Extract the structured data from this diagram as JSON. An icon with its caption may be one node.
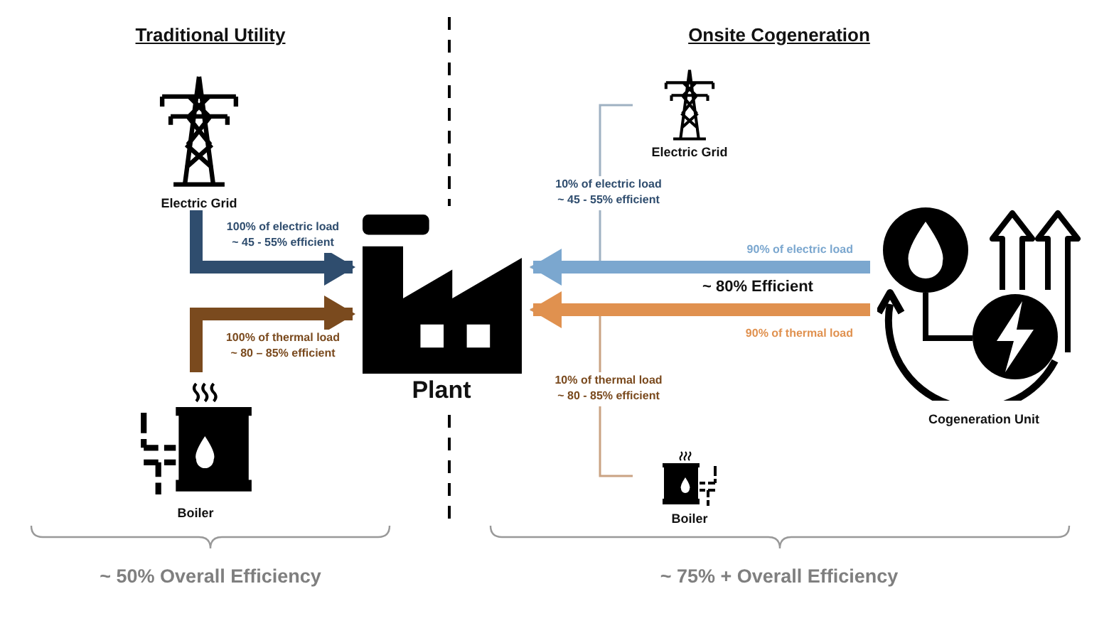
{
  "diagram": {
    "nodes": [
      {
        "text": [
          "Electric Grid"
        ]
      },
      {
        "text": [
          "Boiler"
        ]
      },
      {
        "text": [
          "Plant"
        ]
      },
      {
        "text": [
          "Electric Grid"
        ]
      },
      {
        "text": [
          "Boiler"
        ]
      },
      {
        "text": [
          "Cogeneration Unit"
        ]
      }
    ],
    "edges": [
      {
        "from": 0,
        "to": 2,
        "arrow": "to",
        "label": "100% of electric load ~ 45 - 55% efficient",
        "color": "#2f4d6e"
      },
      {
        "from": 1,
        "to": 2,
        "arrow": "to",
        "label": "100% of thermal load ~ 80 – 85% efficient",
        "color": "#7a4a1e"
      },
      {
        "from": 5,
        "to": 2,
        "arrow": "to",
        "label": "90% of electric load",
        "color": "#7ba7cf"
      },
      {
        "from": 5,
        "to": 2,
        "arrow": "to",
        "label": "90% of thermal load",
        "color": "#e0914f"
      },
      {
        "from": 3,
        "to": 2,
        "arrow": "to",
        "label": "10% of electric load ~ 45 - 55% efficient",
        "color": "#9fb1c2"
      },
      {
        "from": 4,
        "to": 2,
        "arrow": "to",
        "label": "10% of thermal load ~ 80 - 85% efficient",
        "color": "#caa383"
      }
    ],
    "labels": [
      "Traditional Utility",
      "Onsite Cogeneration",
      "~ 80% Efficient",
      "~ 50% Overall Efficiency",
      "~ 75% + Overall Efficiency"
    ]
  }
}
